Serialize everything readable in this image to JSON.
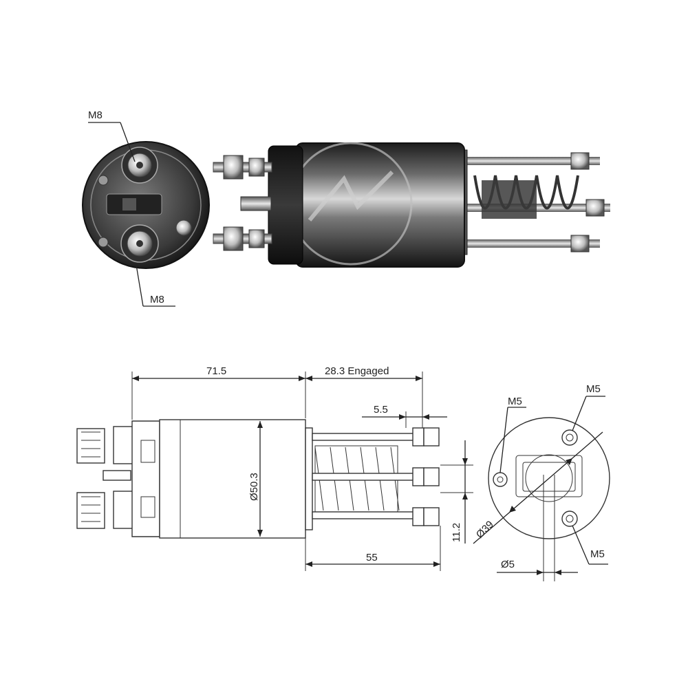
{
  "photo_callouts": {
    "top_terminal": "M8",
    "bottom_terminal": "M8"
  },
  "dimensions": {
    "body_length": "71.5",
    "engaged_travel": "28.3 Engaged",
    "stud_offset": "5.5",
    "body_diameter": "Ø50.3",
    "stud_spacing": "11.2",
    "stud_length": "55",
    "bolt_circle": "Ø39",
    "center_hole": "Ø5",
    "left_thread": "M5",
    "top_right_thread": "M5",
    "bottom_right_thread": "M5"
  },
  "colors": {
    "ink": "#222222",
    "metal_dark": "#2a2a2a",
    "metal_mid": "#6b6b6b",
    "metal_light": "#c9c9c9"
  }
}
